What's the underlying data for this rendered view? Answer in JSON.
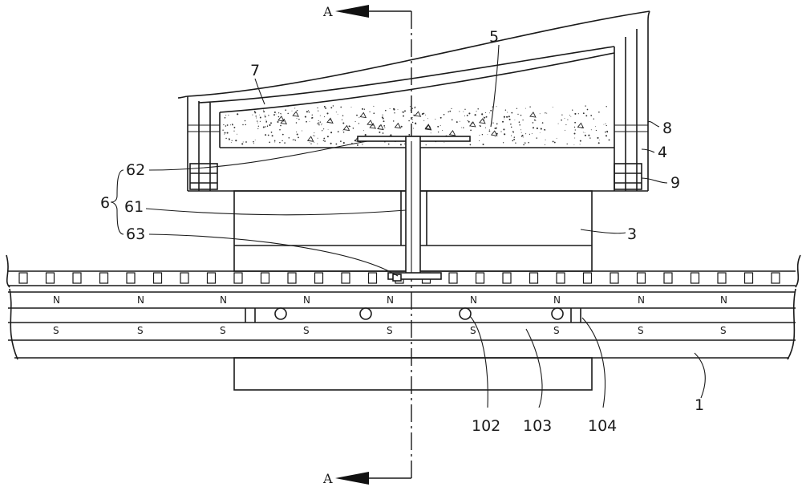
{
  "section_marker": {
    "top": "A",
    "bottom": "A"
  },
  "labels": {
    "l5": "5",
    "l7": "7",
    "l8": "8",
    "l4": "4",
    "l9": "9",
    "l3": "3",
    "l6": "6",
    "l62": "62",
    "l61": "61",
    "l63": "63",
    "l102": "102",
    "l103": "103",
    "l104": "104",
    "l1": "1"
  },
  "poles": {
    "north": [
      "N",
      "N",
      "N",
      "N",
      "N",
      "N",
      "N",
      "N",
      "N"
    ],
    "south": [
      "S",
      "S",
      "S",
      "S",
      "S",
      "S",
      "S",
      "S",
      "S"
    ]
  }
}
